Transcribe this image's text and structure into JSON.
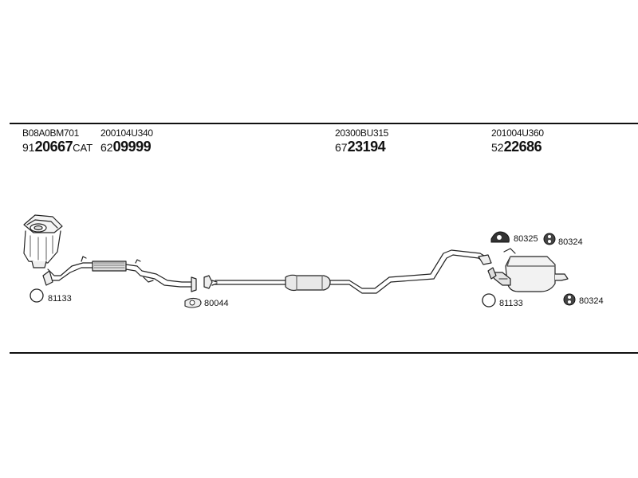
{
  "parts": [
    {
      "oe": "B08A0BM701",
      "prefix": "91",
      "main": "20667",
      "suffix": "CAT"
    },
    {
      "oe": "200104U340",
      "prefix": "62",
      "main": "09999",
      "suffix": ""
    },
    {
      "oe": "20300BU315",
      "prefix": "67",
      "main": "23194",
      "suffix": ""
    },
    {
      "oe": "201004U360",
      "prefix": "52",
      "main": "22686",
      "suffix": ""
    }
  ],
  "small_parts": [
    {
      "no": "81133",
      "icon": "ring-icon"
    },
    {
      "no": "80044",
      "icon": "gasket-icon"
    },
    {
      "no": "80325",
      "icon": "rubber-hanger-icon"
    },
    {
      "no": "80324",
      "icon": "rubber-mount-icon"
    },
    {
      "no": "81133",
      "icon": "ring-icon"
    },
    {
      "no": "80324",
      "icon": "rubber-mount-icon"
    }
  ]
}
